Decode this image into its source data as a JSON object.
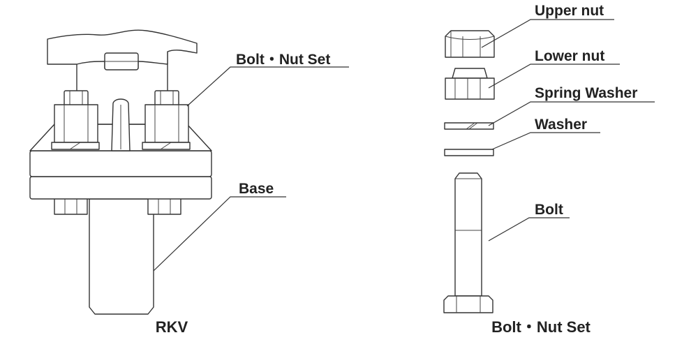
{
  "left_figure": {
    "caption": "RKV",
    "labels": {
      "bolt_nut_set": "Bolt・Nut Set",
      "base": "Base"
    }
  },
  "right_figure": {
    "caption": "Bolt・Nut Set",
    "labels": {
      "upper_nut": "Upper nut",
      "lower_nut": "Lower nut",
      "spring_washer": "Spring Washer",
      "washer": "Washer",
      "bolt": "Bolt"
    }
  }
}
